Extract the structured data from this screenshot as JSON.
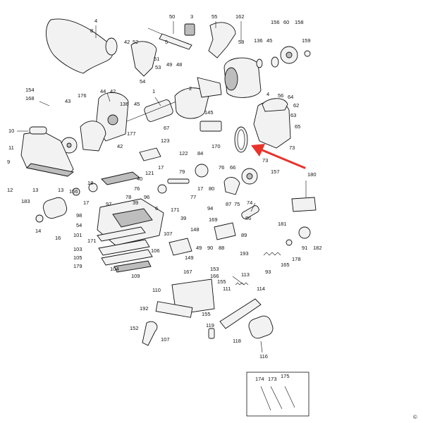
{
  "copyright_mark": "©",
  "accent_color": "#e8332b",
  "callouts": [
    {
      "id": "c1",
      "text": "4"
    },
    {
      "id": "c2",
      "text": "50"
    },
    {
      "id": "c3",
      "text": "3"
    },
    {
      "id": "c4",
      "text": "55"
    },
    {
      "id": "c5",
      "text": "162"
    },
    {
      "id": "c6",
      "text": "156"
    },
    {
      "id": "c7",
      "text": "60"
    },
    {
      "id": "c8",
      "text": "158"
    },
    {
      "id": "c9",
      "text": "136"
    },
    {
      "id": "c10",
      "text": "45"
    },
    {
      "id": "c11",
      "text": "159"
    },
    {
      "id": "c12",
      "text": "42"
    },
    {
      "id": "c13",
      "text": "52"
    },
    {
      "id": "c14",
      "text": "5"
    },
    {
      "id": "c15",
      "text": "58"
    },
    {
      "id": "c16",
      "text": "51"
    },
    {
      "id": "c17",
      "text": "49"
    },
    {
      "id": "c18",
      "text": "48"
    },
    {
      "id": "c19",
      "text": "53"
    },
    {
      "id": "c20",
      "text": "54"
    },
    {
      "id": "c21",
      "text": "154"
    },
    {
      "id": "c22",
      "text": "168"
    },
    {
      "id": "c23",
      "text": "176"
    },
    {
      "id": "c24",
      "text": "44"
    },
    {
      "id": "c25",
      "text": "42"
    },
    {
      "id": "c26",
      "text": "1"
    },
    {
      "id": "c27",
      "text": "2"
    },
    {
      "id": "c28",
      "text": "64"
    },
    {
      "id": "c29",
      "text": "62"
    },
    {
      "id": "c30",
      "text": "43"
    },
    {
      "id": "c31",
      "text": "136"
    },
    {
      "id": "c32",
      "text": "45"
    },
    {
      "id": "c33",
      "text": "145"
    },
    {
      "id": "c34",
      "text": "4"
    },
    {
      "id": "c35",
      "text": "56"
    },
    {
      "id": "c36",
      "text": "63"
    },
    {
      "id": "c37",
      "text": "177"
    },
    {
      "id": "c38",
      "text": "67"
    },
    {
      "id": "c39",
      "text": "65"
    },
    {
      "id": "c40",
      "text": "10"
    },
    {
      "id": "c41",
      "text": "11"
    },
    {
      "id": "c42",
      "text": "42"
    },
    {
      "id": "c43",
      "text": "170"
    },
    {
      "id": "c44",
      "text": "73"
    },
    {
      "id": "c45",
      "text": "123"
    },
    {
      "id": "c46",
      "text": "122"
    },
    {
      "id": "c47",
      "text": "84"
    },
    {
      "id": "c48",
      "text": "73"
    },
    {
      "id": "c49",
      "text": "9"
    },
    {
      "id": "c50",
      "text": "121"
    },
    {
      "id": "c51",
      "text": "17"
    },
    {
      "id": "c52",
      "text": "79"
    },
    {
      "id": "c53",
      "text": "76"
    },
    {
      "id": "c54",
      "text": "66"
    },
    {
      "id": "c55",
      "text": "157"
    },
    {
      "id": "c56",
      "text": "180"
    },
    {
      "id": "c57",
      "text": "12"
    },
    {
      "id": "c58",
      "text": "13"
    },
    {
      "id": "c59",
      "text": "13"
    },
    {
      "id": "c60",
      "text": "18"
    },
    {
      "id": "c61",
      "text": "40"
    },
    {
      "id": "c62",
      "text": "76"
    },
    {
      "id": "c63",
      "text": "78"
    },
    {
      "id": "c64",
      "text": "17"
    },
    {
      "id": "c65",
      "text": "80"
    },
    {
      "id": "c66",
      "text": "77"
    },
    {
      "id": "c67",
      "text": "183"
    },
    {
      "id": "c68",
      "text": "156"
    },
    {
      "id": "c69",
      "text": "17"
    },
    {
      "id": "c70",
      "text": "39"
    },
    {
      "id": "c71",
      "text": "96"
    },
    {
      "id": "c72",
      "text": "97"
    },
    {
      "id": "c73",
      "text": "6"
    },
    {
      "id": "c74",
      "text": "94"
    },
    {
      "id": "c75",
      "text": "87"
    },
    {
      "id": "c76",
      "text": "75"
    },
    {
      "id": "c77",
      "text": "74"
    },
    {
      "id": "c78",
      "text": "14"
    },
    {
      "id": "c79",
      "text": "16"
    },
    {
      "id": "c80",
      "text": "98"
    },
    {
      "id": "c81",
      "text": "171"
    },
    {
      "id": "c82",
      "text": "39"
    },
    {
      "id": "c83",
      "text": "169"
    },
    {
      "id": "c84",
      "text": "86"
    },
    {
      "id": "c85",
      "text": "181"
    },
    {
      "id": "c86",
      "text": "54"
    },
    {
      "id": "c87",
      "text": "101"
    },
    {
      "id": "c88",
      "text": "107"
    },
    {
      "id": "c89",
      "text": "89"
    },
    {
      "id": "c90",
      "text": "171"
    },
    {
      "id": "c91",
      "text": "148"
    },
    {
      "id": "c92",
      "text": "103"
    },
    {
      "id": "c93",
      "text": "49"
    },
    {
      "id": "c94",
      "text": "90"
    },
    {
      "id": "c95",
      "text": "88"
    },
    {
      "id": "c96",
      "text": "91"
    },
    {
      "id": "c97",
      "text": "182"
    },
    {
      "id": "c98",
      "text": "105"
    },
    {
      "id": "c99",
      "text": "106"
    },
    {
      "id": "c100",
      "text": "193"
    },
    {
      "id": "c101",
      "text": "165"
    },
    {
      "id": "c102",
      "text": "178"
    },
    {
      "id": "c103",
      "text": "179"
    },
    {
      "id": "c104",
      "text": "104"
    },
    {
      "id": "c105",
      "text": "149"
    },
    {
      "id": "c106",
      "text": "93"
    },
    {
      "id": "c107",
      "text": "109"
    },
    {
      "id": "c108",
      "text": "167"
    },
    {
      "id": "c109",
      "text": "153"
    },
    {
      "id": "c110",
      "text": "166"
    },
    {
      "id": "c111",
      "text": "113"
    },
    {
      "id": "c112",
      "text": "155"
    },
    {
      "id": "c113",
      "text": "110"
    },
    {
      "id": "c114",
      "text": "114"
    },
    {
      "id": "c115",
      "text": "111"
    },
    {
      "id": "c116",
      "text": "192"
    },
    {
      "id": "c117",
      "text": "155"
    },
    {
      "id": "c118",
      "text": "152"
    },
    {
      "id": "c119",
      "text": "119"
    },
    {
      "id": "c120",
      "text": "107"
    },
    {
      "id": "c121",
      "text": "118"
    },
    {
      "id": "c122",
      "text": "116"
    },
    {
      "id": "c123",
      "text": "174"
    },
    {
      "id": "c124",
      "text": "173"
    },
    {
      "id": "c125",
      "text": "175"
    },
    {
      "id": "c126",
      "text": "8"
    }
  ]
}
